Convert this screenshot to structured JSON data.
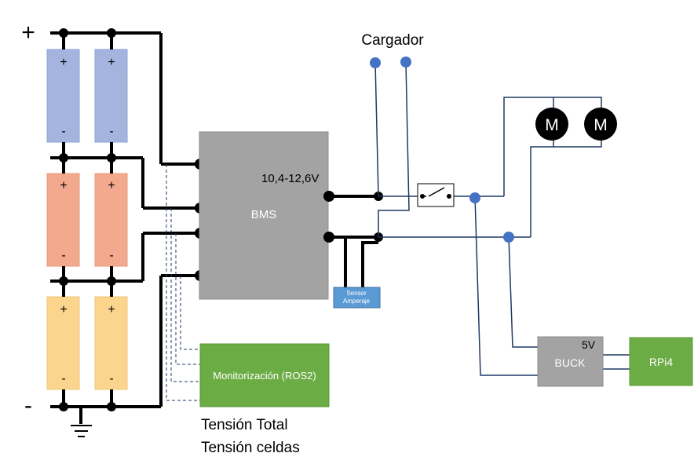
{
  "terminals": {
    "plus": "+",
    "minus": "-"
  },
  "cell_labels": {
    "plus": "+",
    "minus": "-"
  },
  "colors": {
    "cell_blue": "#a4b4de",
    "cell_orange": "#f2a98e",
    "cell_yellow": "#fbd58e",
    "bms_gray": "#a3a3a3",
    "green_box": "#6cac45",
    "sensor_blue": "#5b9bd5",
    "wire_blue": "#1f3864",
    "node_blue": "#4472c4"
  },
  "bms": {
    "label": "BMS",
    "voltage": "10,4-12,6V"
  },
  "charger": {
    "label": "Cargador"
  },
  "sensor": {
    "line1": "Sensor",
    "line2": "Amperaje"
  },
  "motors": [
    {
      "label": "M"
    },
    {
      "label": "M"
    }
  ],
  "buck": {
    "label": "BUCK",
    "voltage": "5V"
  },
  "rpi": {
    "label": "RPi4"
  },
  "monitor": {
    "label": "Monitorización (ROS2)"
  },
  "legend": {
    "line1": "Tensión Total",
    "line2": "Tensión celdas"
  }
}
